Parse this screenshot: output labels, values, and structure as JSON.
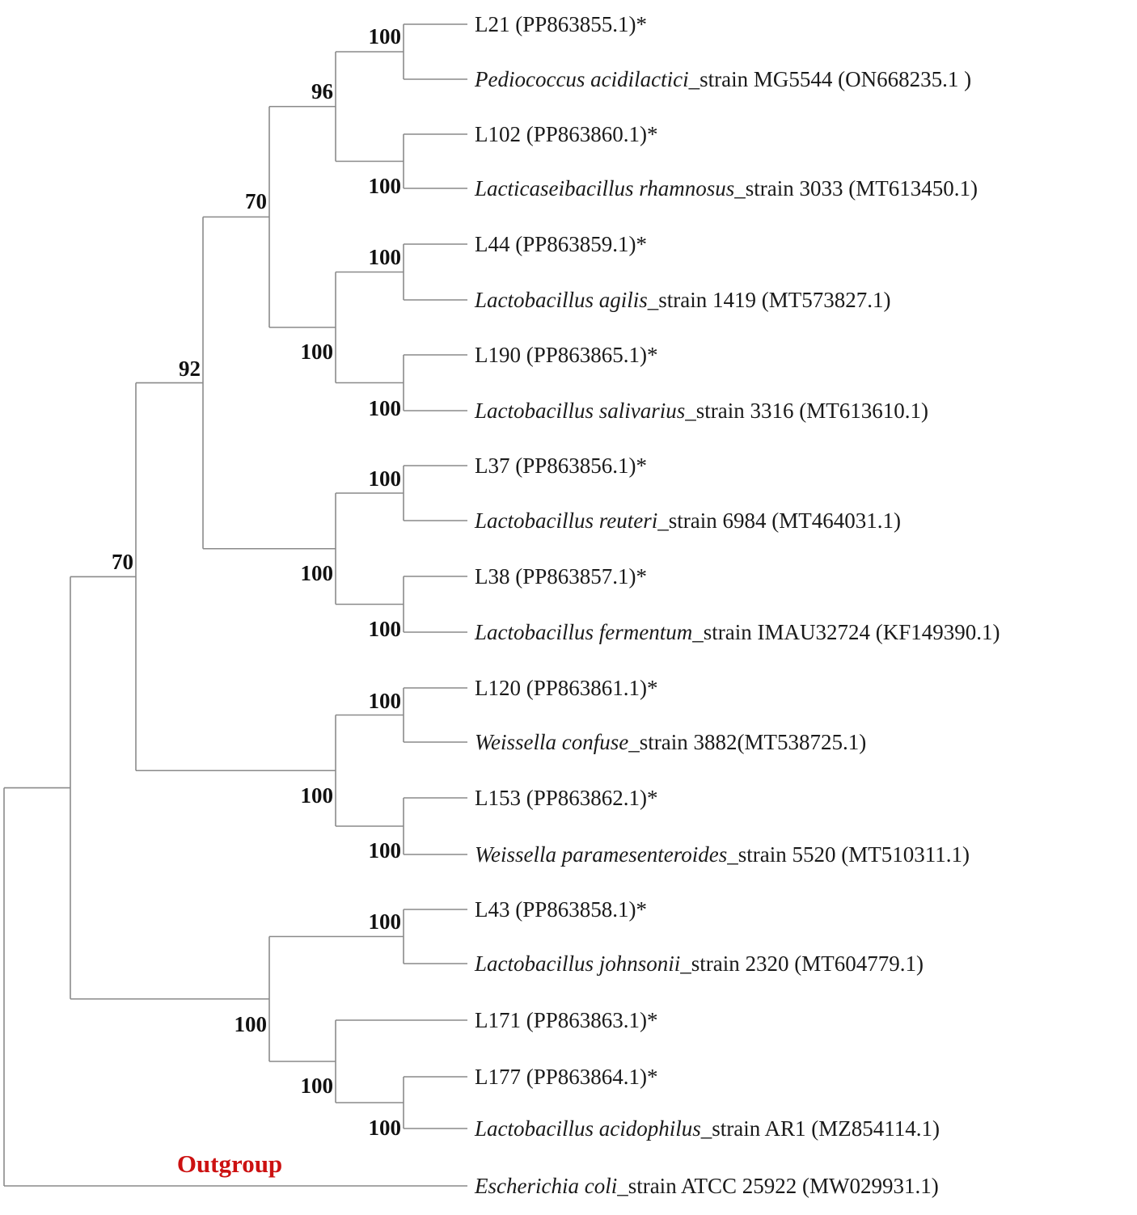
{
  "colors": {
    "branch": "#8a8a8a",
    "text": "#1a1a1a",
    "outgroup": "#cc1111"
  },
  "outgroup_label": "Outgroup",
  "tips": [
    {
      "id": "t0",
      "species": "",
      "rest": "L21 (PP863855.1)*"
    },
    {
      "id": "t1",
      "species": "Pediococcus acidilactici",
      "rest": "_strain MG5544 (ON668235.1 )"
    },
    {
      "id": "t2",
      "species": "",
      "rest": "L102 (PP863860.1)*"
    },
    {
      "id": "t3",
      "species": "Lacticaseibacillus rhamnosus",
      "rest": "_strain 3033 (MT613450.1)"
    },
    {
      "id": "t4",
      "species": "",
      "rest": "L44 (PP863859.1)*"
    },
    {
      "id": "t5",
      "species": "Lactobacillus agilis",
      "rest": "_strain 1419 (MT573827.1)"
    },
    {
      "id": "t6",
      "species": "",
      "rest": "L190 (PP863865.1)*"
    },
    {
      "id": "t7",
      "species": "Lactobacillus salivarius",
      "rest": "_strain 3316 (MT613610.1)"
    },
    {
      "id": "t8",
      "species": "",
      "rest": "L37 (PP863856.1)*"
    },
    {
      "id": "t9",
      "species": "Lactobacillus reuteri",
      "rest": "_strain 6984 (MT464031.1)"
    },
    {
      "id": "t10",
      "species": "",
      "rest": "L38 (PP863857.1)*"
    },
    {
      "id": "t11",
      "species": "Lactobacillus fermentum",
      "rest": "_strain IMAU32724 (KF149390.1)"
    },
    {
      "id": "t12",
      "species": "",
      "rest": "L120 (PP863861.1)*"
    },
    {
      "id": "t13",
      "species": "Weissella confuse",
      "rest": "_strain 3882(MT538725.1)"
    },
    {
      "id": "t14",
      "species": "",
      "rest": "L153 (PP863862.1)*"
    },
    {
      "id": "t15",
      "species": "Weissella paramesenteroides",
      "rest": "_strain 5520 (MT510311.1)"
    },
    {
      "id": "t16",
      "species": "",
      "rest": "L43 (PP863858.1)*"
    },
    {
      "id": "t17",
      "species": "Lactobacillus johnsonii",
      "rest": "_strain 2320 (MT604779.1)"
    },
    {
      "id": "t18",
      "species": "",
      "rest": "L171 (PP863863.1)*"
    },
    {
      "id": "t19",
      "species": "",
      "rest": "L177 (PP863864.1)*"
    },
    {
      "id": "t20",
      "species": "Lactobacillus acidophilus",
      "rest": "_strain AR1 (MZ854114.1)"
    },
    {
      "id": "t21",
      "species": "Escherichia coli",
      "rest": "_strain ATCC 25922 (MW029931.1)"
    }
  ],
  "clades": [
    {
      "id": "c_L21",
      "support": "100",
      "children": [
        "t0",
        "t1"
      ]
    },
    {
      "id": "c_L102",
      "support": "100",
      "children": [
        "t2",
        "t3"
      ]
    },
    {
      "id": "c_96",
      "support": "96",
      "children": [
        "c_L21",
        "c_L102"
      ]
    },
    {
      "id": "c_L44",
      "support": "100",
      "children": [
        "t4",
        "t5"
      ]
    },
    {
      "id": "c_L190",
      "support": "100",
      "children": [
        "t6",
        "t7"
      ]
    },
    {
      "id": "c_sal",
      "support": "100",
      "children": [
        "c_L44",
        "c_L190"
      ]
    },
    {
      "id": "c_70a",
      "support": "70",
      "children": [
        "c_96",
        "c_sal"
      ]
    },
    {
      "id": "c_L37",
      "support": "100",
      "children": [
        "t8",
        "t9"
      ]
    },
    {
      "id": "c_L38",
      "support": "100",
      "children": [
        "t10",
        "t11"
      ]
    },
    {
      "id": "c_reu",
      "support": "100",
      "children": [
        "c_L37",
        "c_L38"
      ]
    },
    {
      "id": "c_92",
      "support": "92",
      "children": [
        "c_70a",
        "c_reu"
      ]
    },
    {
      "id": "c_L120",
      "support": "100",
      "children": [
        "t12",
        "t13"
      ]
    },
    {
      "id": "c_L153",
      "support": "100",
      "children": [
        "t14",
        "t15"
      ]
    },
    {
      "id": "c_wei",
      "support": "100",
      "children": [
        "c_L120",
        "c_L153"
      ]
    },
    {
      "id": "c_70b",
      "support": "70",
      "children": [
        "c_92",
        "c_wei"
      ]
    },
    {
      "id": "c_L43",
      "support": "100",
      "children": [
        "t16",
        "t17"
      ]
    },
    {
      "id": "c_L177",
      "support": "100",
      "children": [
        "t19",
        "t20"
      ]
    },
    {
      "id": "c_L171",
      "support": "100",
      "children": [
        "t18",
        "c_L177"
      ]
    },
    {
      "id": "c_aci",
      "support": "100",
      "children": [
        "c_L43",
        "c_L171"
      ]
    },
    {
      "id": "c_ingroup",
      "support": "",
      "children": [
        "c_70b",
        "c_aci"
      ]
    },
    {
      "id": "root",
      "support": "",
      "children": [
        "c_ingroup",
        "t21"
      ]
    }
  ]
}
